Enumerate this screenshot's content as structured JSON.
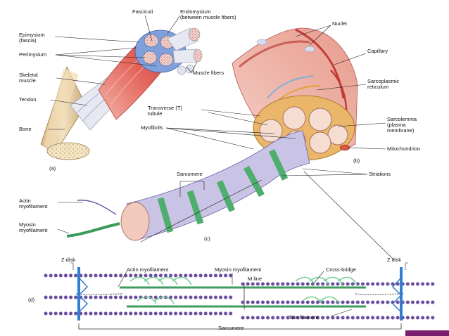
{
  "labels": {
    "fasciculi": "Fasciculi",
    "endomysium": "Endomysium",
    "endomysium_note": "(between muscle fibers)",
    "epimysium": "Epimysium",
    "epimysium_note": "(fascia)",
    "perimysium": "Perimysium",
    "skeletal_muscle_1": "Skeletal",
    "skeletal_muscle_2": "muscle",
    "tendon": "Tendon",
    "bone": "Bone",
    "panel_a": "(a)",
    "nuclei": "Nuclei",
    "capillary": "Capillary",
    "sarcoplasmic_1": "Sarcoplasmic",
    "sarcoplasmic_2": "reticulum",
    "muscle_fibers": "Muscle fibers",
    "t_tubule_1": "Transverse (T)",
    "t_tubule_2": "tubule",
    "myofibrils": "Myofibrils",
    "sarcolemma_1": "Sarcolemma",
    "sarcolemma_2": "(plasma",
    "sarcolemma_3": "membrane)",
    "mitochondrion": "Mitochondrion",
    "panel_b": "(b)",
    "sarcomere_top": "Sarcomere",
    "striations": "Striations",
    "actin_1": "Actin",
    "actin_2": "myofilament",
    "myosin_1": "Myosin",
    "myosin_2": "myofilament",
    "panel_c": "(c)",
    "z_disk_left": "Z disk",
    "z_disk_right": "Z disk",
    "actin_myofilament": "Actin myofilament",
    "myosin_myofilament": "Myosin myofilament",
    "cross_bridge": "Cross-bridge",
    "m_line": "M line",
    "panel_d": "(d)",
    "titin_filament": "Titin filament",
    "sarcomere_bottom": "Sarcomere"
  },
  "colors": {
    "accent": "#7a1f6e",
    "bone": "#e9d2a6",
    "tendon": "#dfe4ee",
    "muscle": "#d9534f",
    "fascicle_wrap": "#6d8fd0",
    "fiber": "#f0c6c0",
    "myosin": "#5fbf7a",
    "actin": "#6a4fa0",
    "z_disk": "#2f7fd0"
  }
}
